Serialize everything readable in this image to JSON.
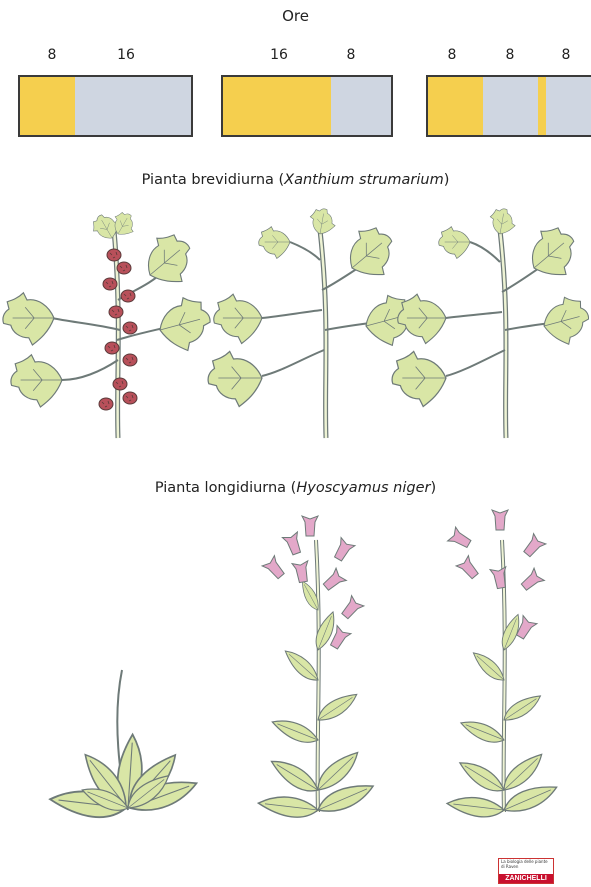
{
  "header": {
    "title": "Ore"
  },
  "bars": [
    {
      "labels": [
        "8",
        "16"
      ],
      "segments": [
        8,
        16
      ]
    },
    {
      "labels": [
        "16",
        "8"
      ],
      "segments": [
        16,
        8
      ]
    },
    {
      "labels": [
        "8",
        "8",
        "8"
      ],
      "segments": [
        8,
        8,
        8
      ]
    }
  ],
  "colors": {
    "light": "#f5cf4e",
    "dark": "#cfd6e1",
    "leaf": "#d9e6a6",
    "outline": "#6e7a78",
    "flower_red": "#b8505a",
    "flower_pink": "#e3a8c9"
  },
  "short_day": {
    "prefix": "Pianta brevidiurna (",
    "species": "Xanthium strumarium",
    "suffix": ")"
  },
  "long_day": {
    "prefix": "Pianta longidiurna (",
    "species": "Hyoscyamus niger",
    "suffix": ")"
  },
  "logo": {
    "line1": "La biologia delle piante",
    "line2": "di Raven",
    "brand": "ZANICHELLI"
  }
}
